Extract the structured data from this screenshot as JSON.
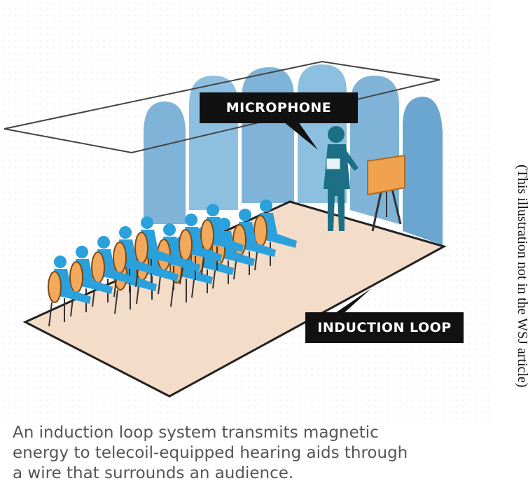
{
  "labels": {
    "microphone": "MICROPHONE",
    "induction_loop": "INDUCTION LOOP"
  },
  "caption": {
    "line1": "An induction loop system transmits magnetic",
    "line2": "energy to telecoil-equipped hearing aids through",
    "line3": "a wire that surrounds an audience."
  },
  "side_note": "(This illustration not in the WSJ article)",
  "colors": {
    "curtain": "#7fb4d8",
    "audience": "#2aa0dc",
    "speaker": "#1d6f86",
    "chair": "#f2a95c",
    "floor": "#f3dcc8",
    "label_bg": "#111111"
  }
}
